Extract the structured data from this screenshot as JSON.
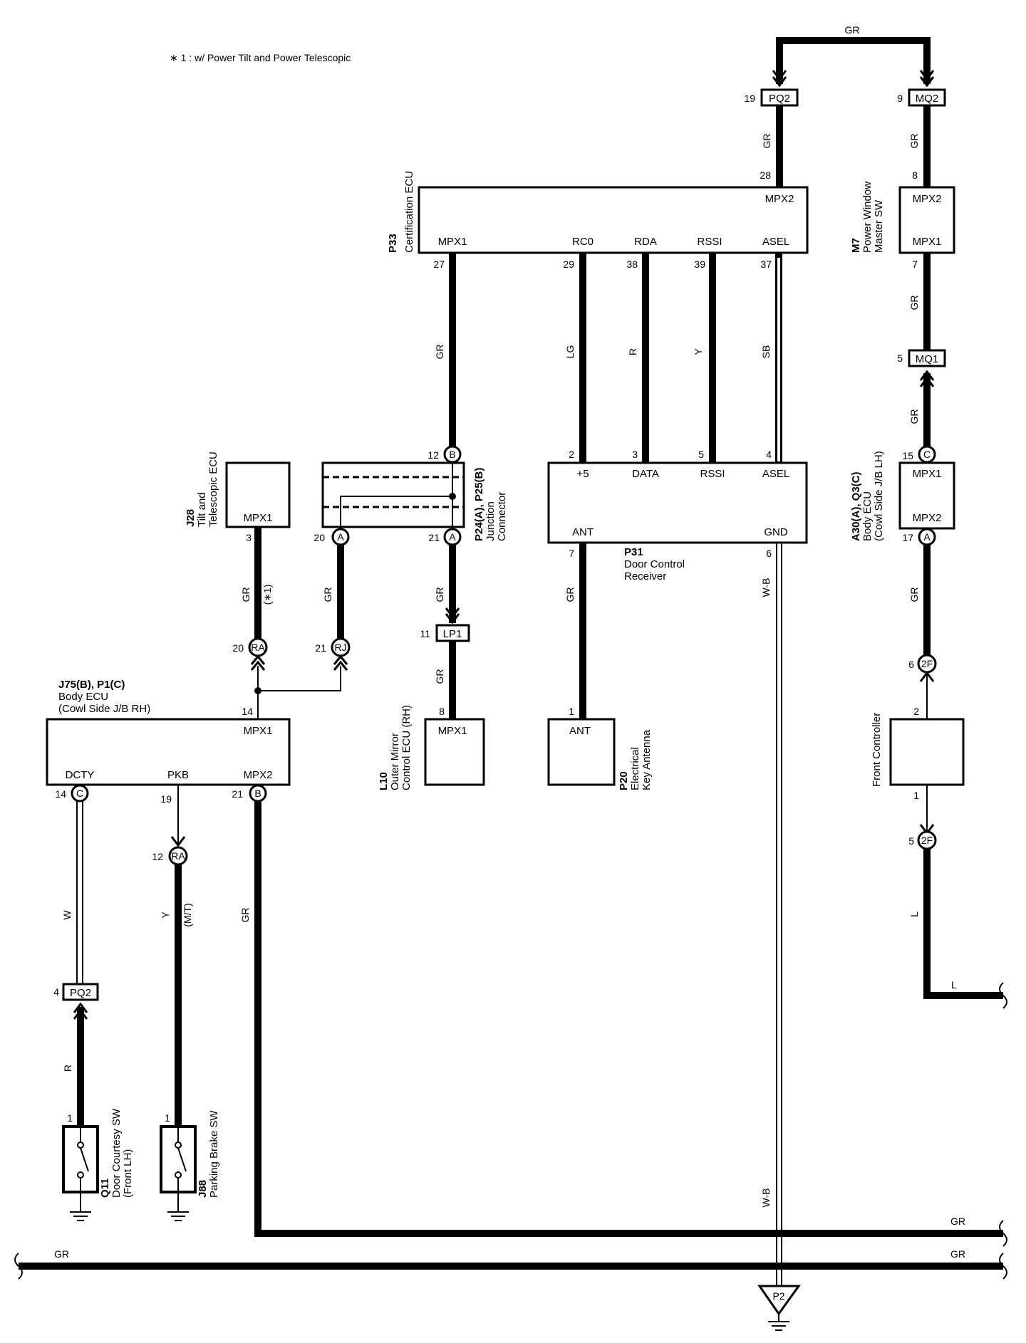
{
  "note": "∗ 1 : w/ Power Tilt and Power Telescopic",
  "components": {
    "cert_ecu": {
      "code": "P33",
      "name": "Certification ECU",
      "terms": [
        "MPX2",
        "MPX1",
        "RC0",
        "RDA",
        "RSSI",
        "ASEL"
      ]
    },
    "pw_master": {
      "code": "M7",
      "name": "Power Window Master SW",
      "name_lines": [
        "Power Window",
        "Master SW"
      ],
      "terms": [
        "MPX2",
        "MPX1"
      ]
    },
    "tilt_ecu": {
      "code": "J28",
      "name_lines": [
        "Tilt and",
        "Telescopic ECU"
      ],
      "terms": [
        "MPX1"
      ]
    },
    "junction": {
      "code": "P24(A), P25(B)",
      "name": "Junction Connector",
      "name_lines": [
        "Junction",
        "Connector"
      ]
    },
    "door_rx": {
      "code": "P31",
      "name_lines": [
        "Door Control",
        "Receiver"
      ],
      "terms": [
        "+5",
        "DATA",
        "RSSI",
        "ASEL",
        "ANT",
        "GND"
      ]
    },
    "body_ecu_lh": {
      "code": "A30(A), Q3(C)",
      "name_lines": [
        "Body ECU",
        "(Cowl Side J/B LH)"
      ],
      "terms": [
        "MPX1",
        "MPX2"
      ]
    },
    "body_ecu_rh": {
      "code": "J75(B), P1(C)",
      "name_lines": [
        "Body ECU",
        "(Cowl Side J/B RH)"
      ],
      "terms": [
        "MPX1",
        "DCTY",
        "PKB",
        "MPX2"
      ]
    },
    "mirror_ecu": {
      "code": "L10",
      "name_lines": [
        "Outer Mirror",
        "Control ECU (RH)"
      ],
      "terms": [
        "MPX1"
      ]
    },
    "antenna": {
      "code": "P20",
      "name_lines": [
        "Electrical",
        "Key Antenna"
      ],
      "terms": [
        "ANT"
      ]
    },
    "front_ctrl": {
      "code": "",
      "name": "Front Controller"
    },
    "door_sw": {
      "code": "Q11",
      "name_lines": [
        "Door Courtesy SW",
        "(Front LH)"
      ]
    },
    "pkb_sw": {
      "code": "J88",
      "name": "Parking Brake SW"
    }
  },
  "connectors": {
    "PQ2": "PQ2",
    "MQ2": "MQ2",
    "MQ1": "MQ1",
    "LP1": "LP1",
    "RA": "RA",
    "RJ": "RJ",
    "A": "A",
    "B": "B",
    "C": "C",
    "F2": "2F",
    "P2": "P2"
  },
  "pins": [
    "19",
    "9",
    "28",
    "8",
    "27",
    "29",
    "38",
    "39",
    "37",
    "7",
    "5",
    "12",
    "2",
    "3",
    "4",
    "15",
    "20",
    "21",
    "17",
    "6",
    "11",
    "1",
    "14"
  ],
  "wire_colors": [
    "GR",
    "LG",
    "R",
    "Y",
    "SB",
    "W-B",
    "W",
    "L"
  ],
  "wire_notes": {
    "star1": "(∗1)",
    "mt": "(M/T)"
  }
}
